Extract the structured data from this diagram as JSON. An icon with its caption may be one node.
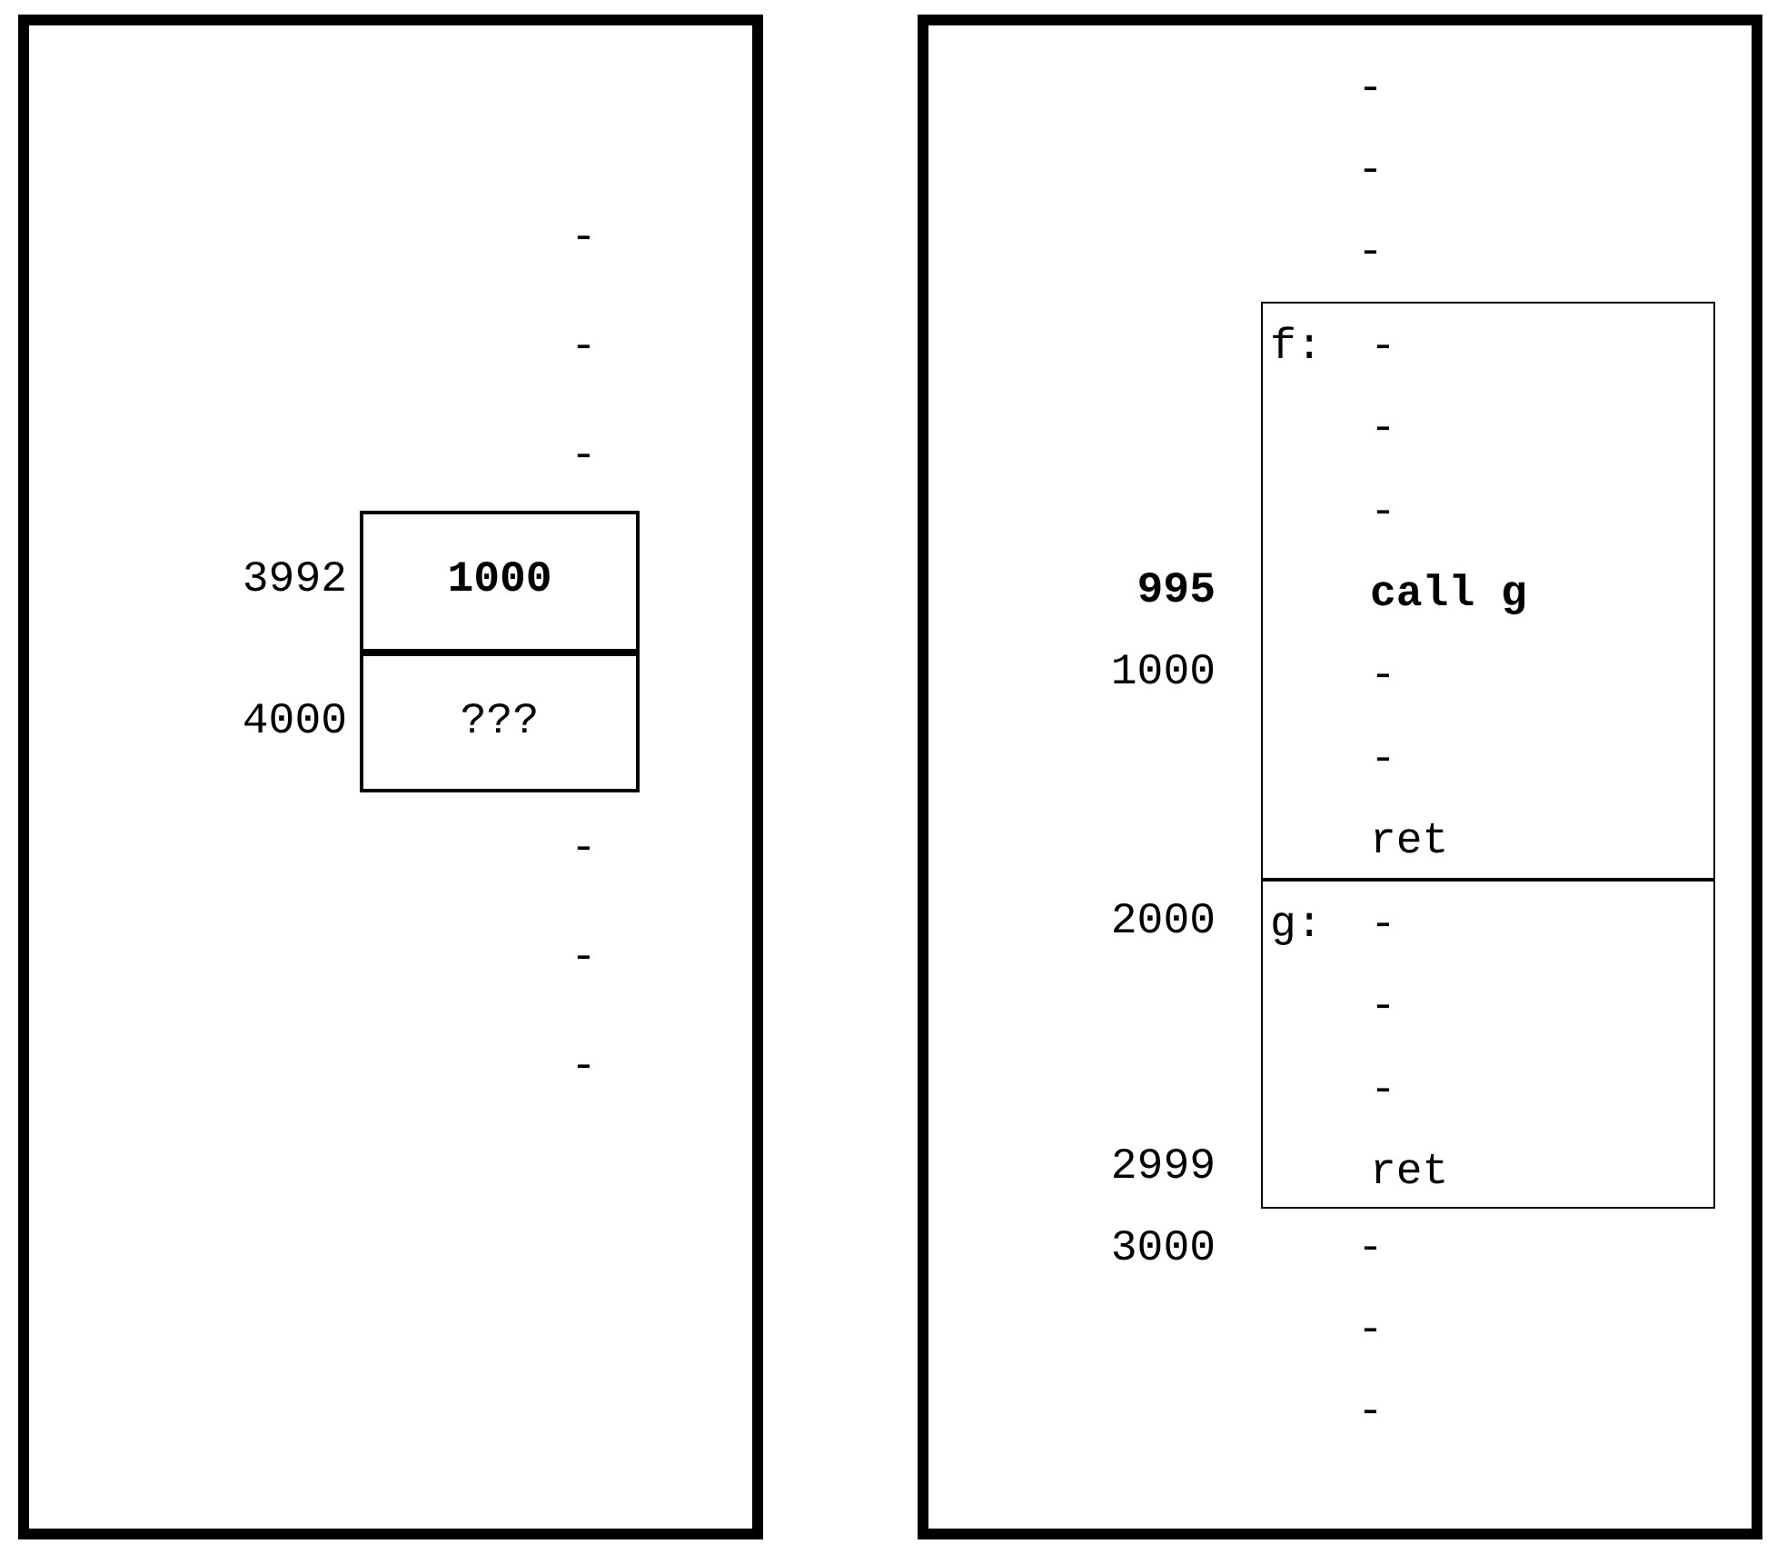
{
  "diagram": {
    "nodes": [
      {
        "text": [],
        "shape": "box"
      },
      {
        "text": [
          "1000"
        ],
        "in": 0,
        "beside": [
          "3992"
        ]
      },
      {
        "text": [
          "???"
        ],
        "in": 0,
        "beside": [
          "4000"
        ]
      },
      {
        "text": [],
        "shape": "box"
      },
      {
        "text": [
          "f:",
          "-",
          "-",
          "-",
          "call g",
          "-",
          "-",
          "ret"
        ],
        "in": 3
      },
      {
        "text": [
          "g:",
          "-",
          "-",
          "-",
          "ret"
        ],
        "in": 3
      }
    ],
    "edges": [],
    "labels": [
      "-",
      "-",
      "-",
      "-",
      "-",
      "-",
      "-",
      "-",
      "-",
      "995",
      "1000",
      "2000",
      "2999",
      "3000",
      "-",
      "-",
      "-"
    ]
  }
}
